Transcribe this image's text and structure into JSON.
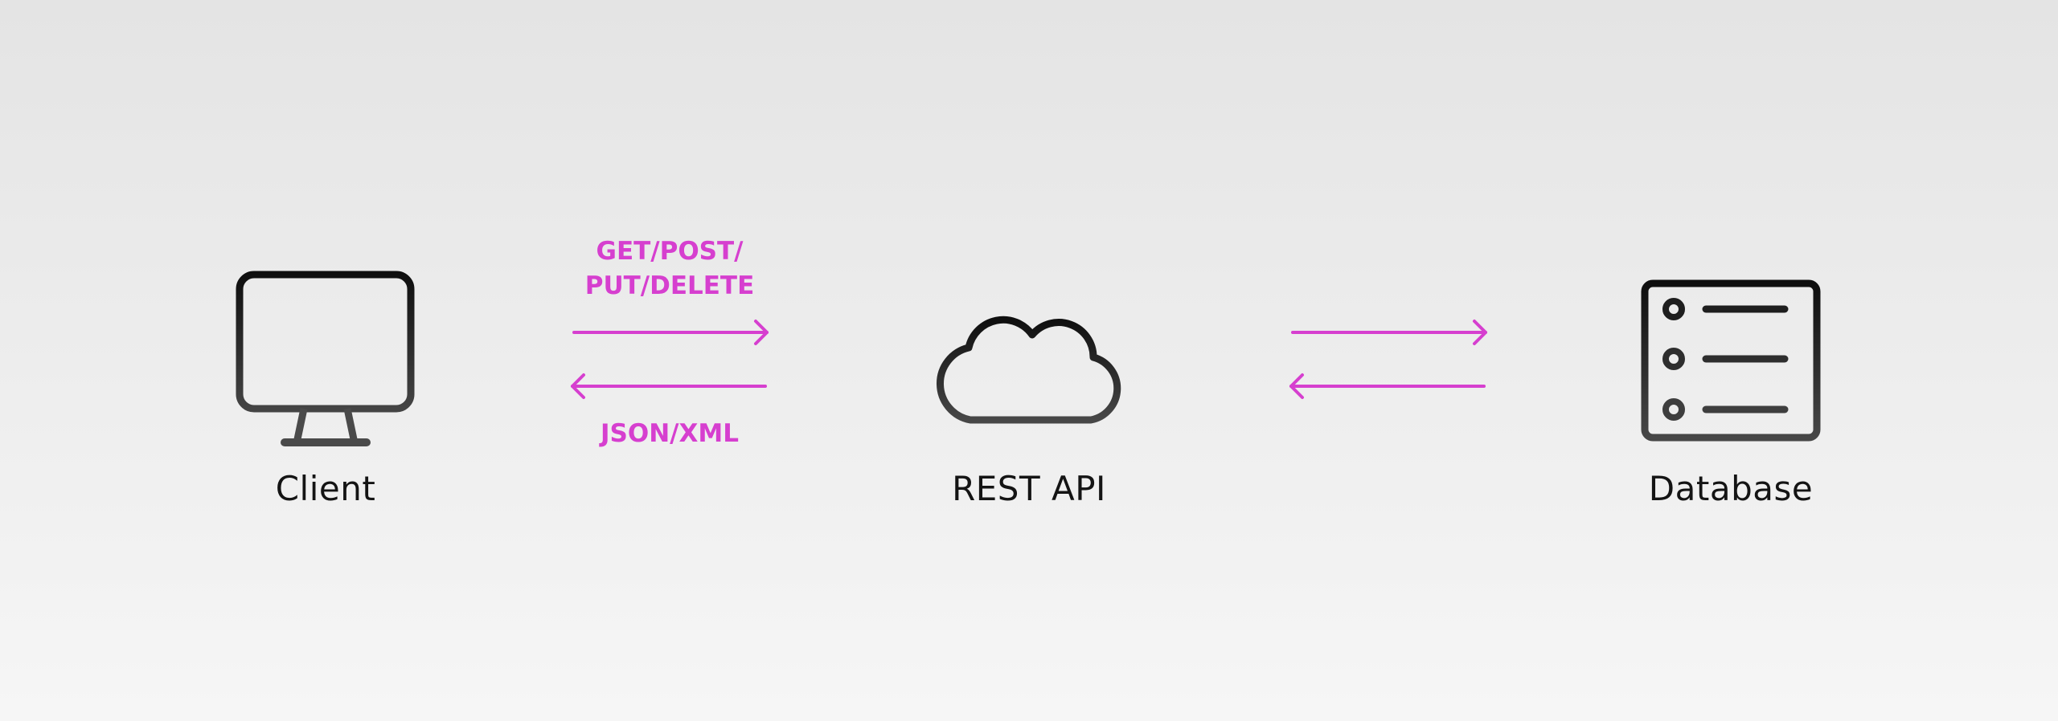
{
  "colors": {
    "accent": "#d63fcf",
    "ink": "#141414",
    "icon": "#1e1e1e"
  },
  "nodes": [
    {
      "label": "Client",
      "icon": "desktop-monitor-icon"
    },
    {
      "label": "REST API",
      "icon": "cloud-icon"
    },
    {
      "label": "Database",
      "icon": "database-server-icon"
    }
  ],
  "links": [
    {
      "request_label_line1": "GET/POST/",
      "request_label_line2": "PUT/DELETE",
      "response_label": "JSON/XML"
    }
  ]
}
